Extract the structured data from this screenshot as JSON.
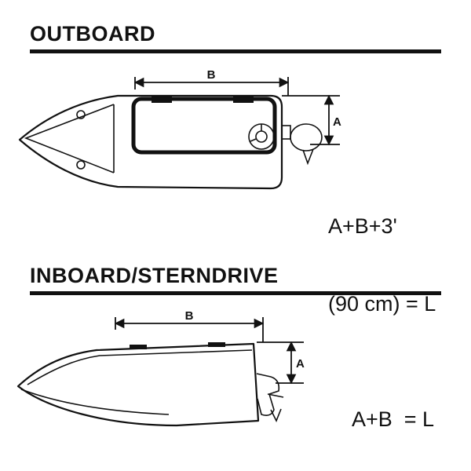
{
  "outboard": {
    "title": "OUTBOARD",
    "dim_b": "B",
    "dim_a": "A",
    "formula_line1": "A+B+3'",
    "formula_line2": "(90 cm) = L"
  },
  "inboard": {
    "title": "INBOARD/STERNDRIVE",
    "dim_b": "B",
    "dim_a": "A",
    "formula": "A+B  = L"
  }
}
